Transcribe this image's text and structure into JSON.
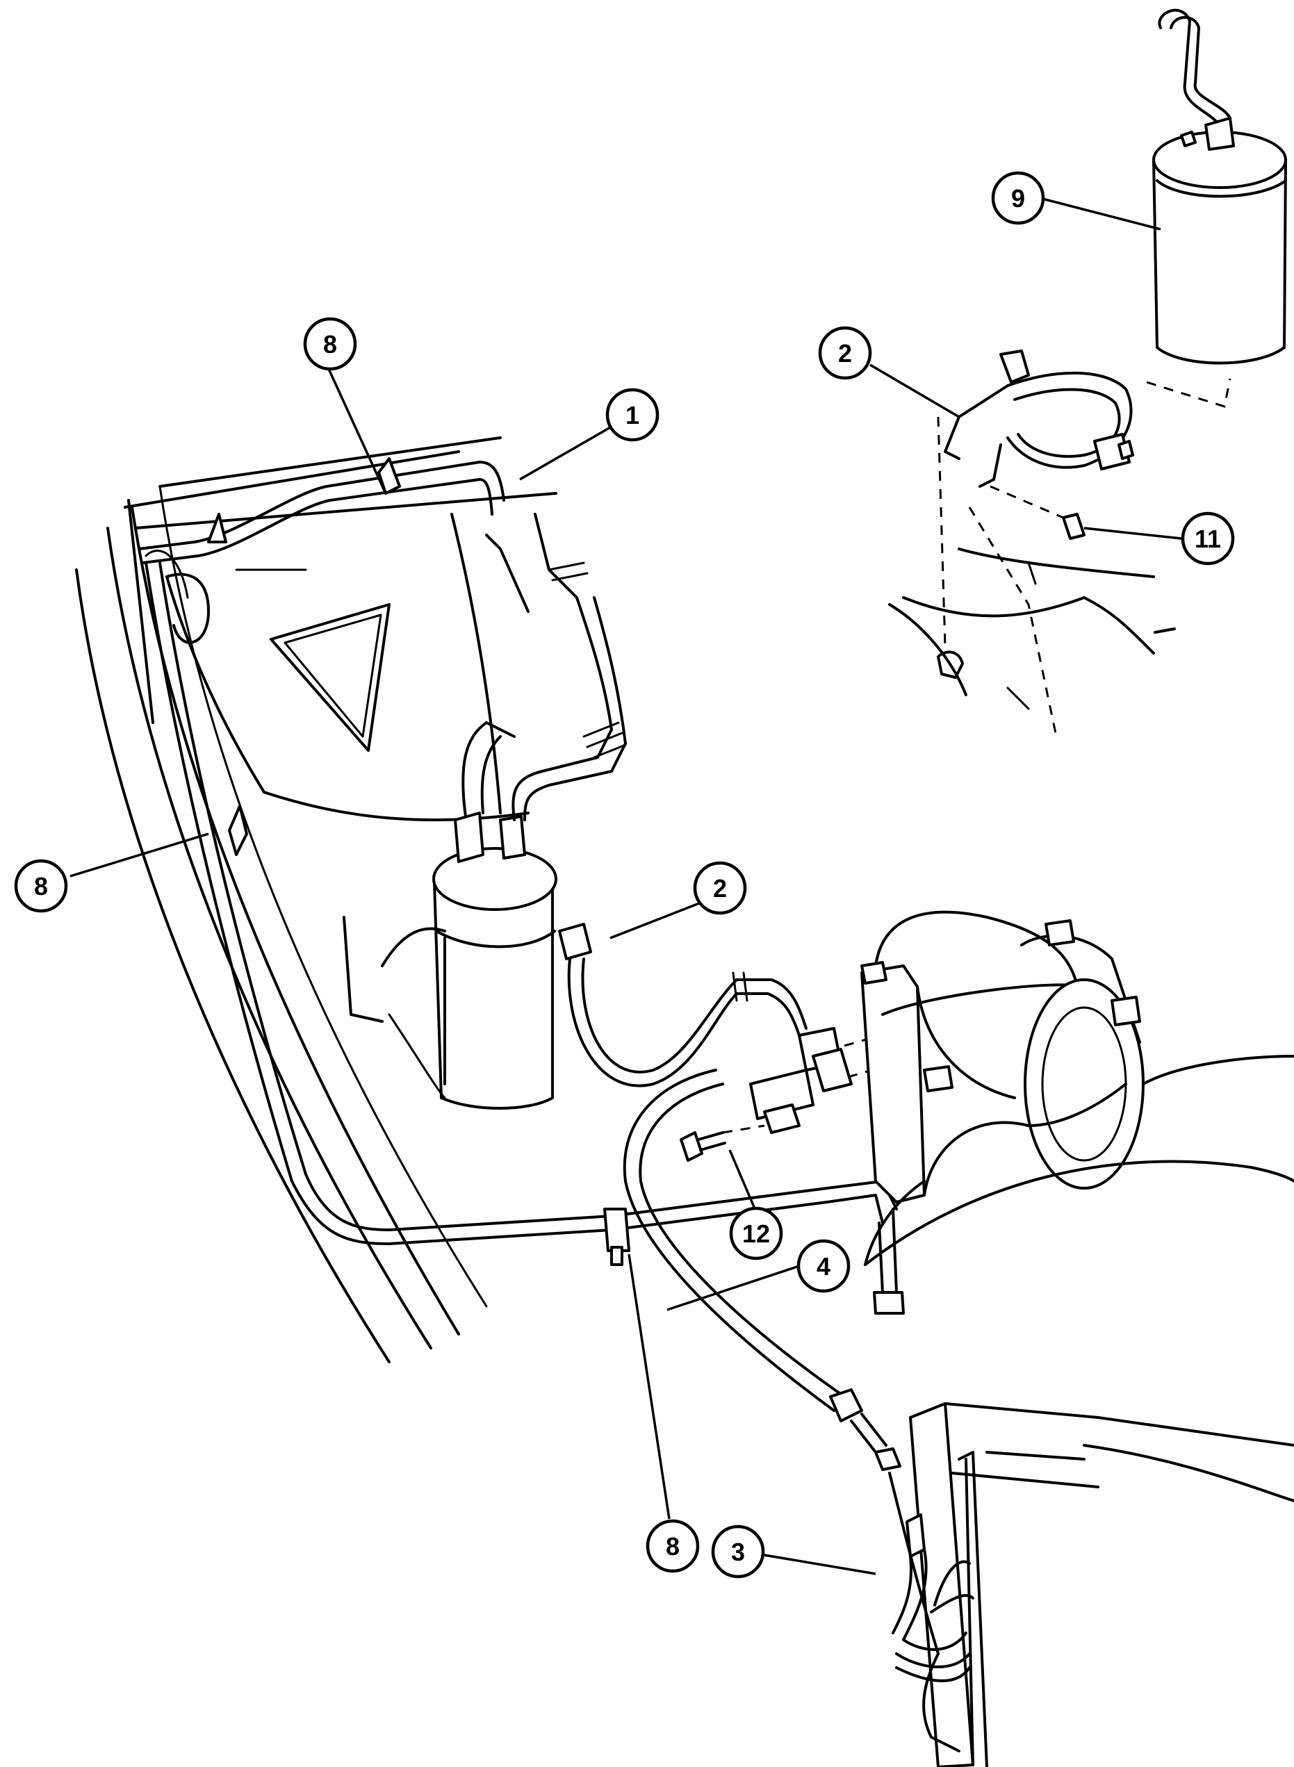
{
  "callouts": [
    {
      "id": "c9",
      "number": "9"
    },
    {
      "id": "c2a",
      "number": "2"
    },
    {
      "id": "c11",
      "number": "11"
    },
    {
      "id": "c8a",
      "number": "8"
    },
    {
      "id": "c1",
      "number": "1"
    },
    {
      "id": "c8b",
      "number": "8"
    },
    {
      "id": "c2b",
      "number": "2"
    },
    {
      "id": "c12",
      "number": "12"
    },
    {
      "id": "c4",
      "number": "4"
    },
    {
      "id": "c8c",
      "number": "8"
    },
    {
      "id": "c3",
      "number": "3"
    }
  ]
}
